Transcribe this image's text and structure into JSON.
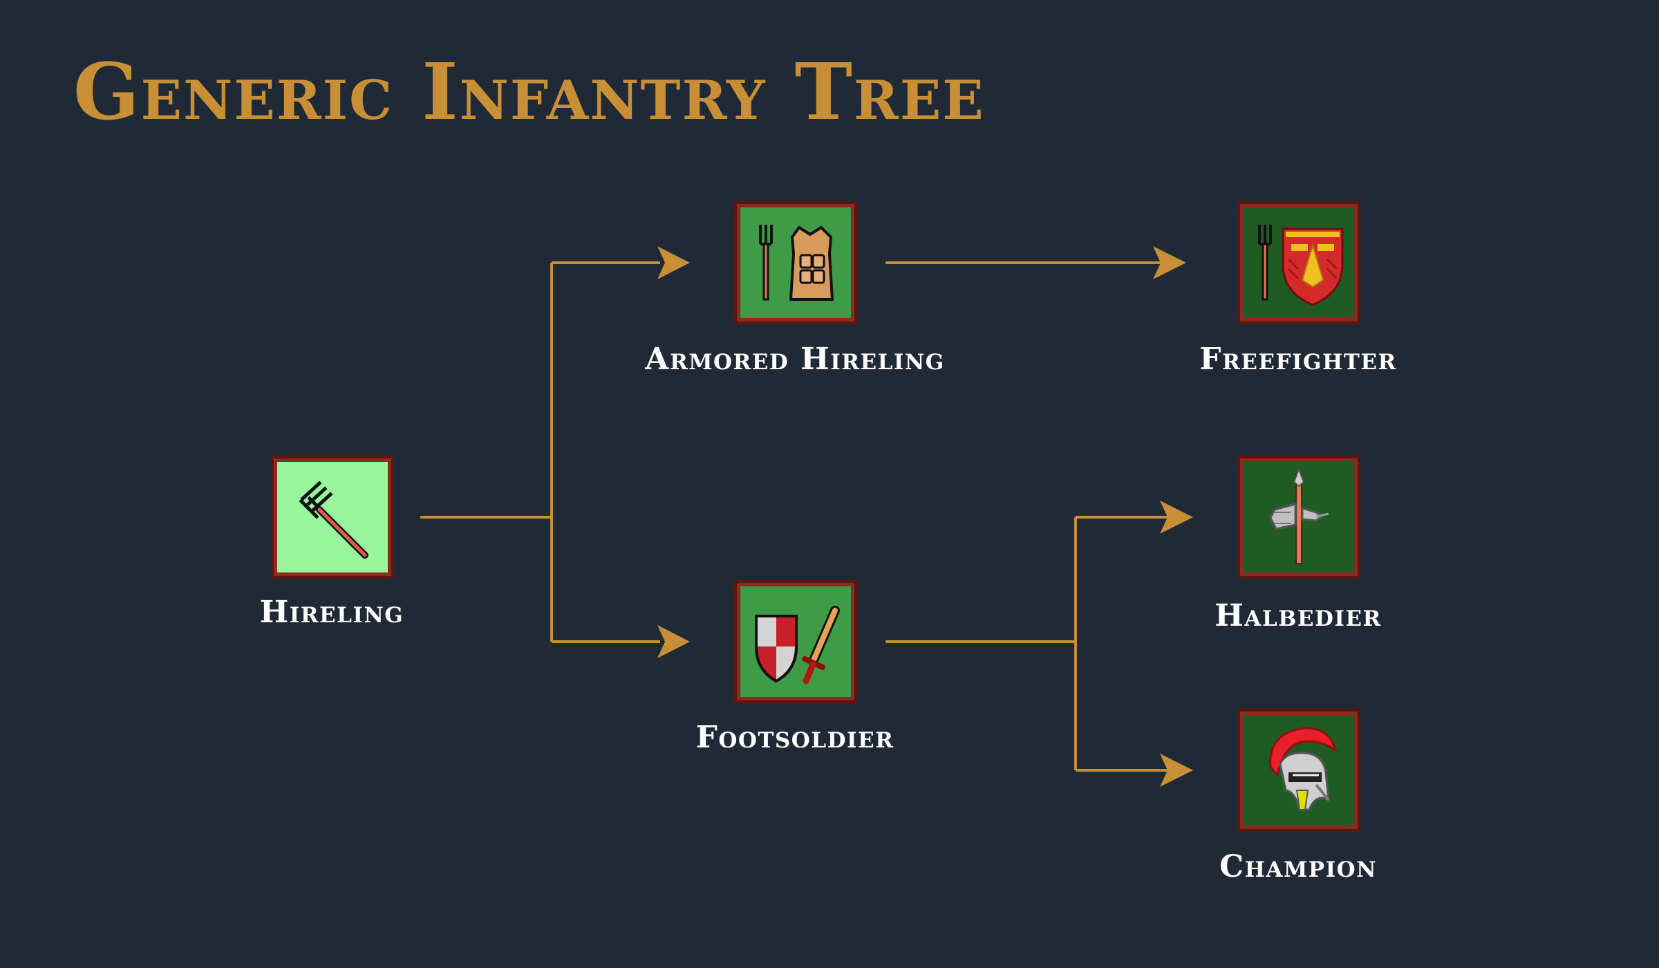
{
  "title": "Generic Infantry Tree",
  "colors": {
    "background": "#1f2a36",
    "accent": "#c98f36",
    "label": "#ffffff",
    "icon_border": "#8b2a1e",
    "icon_bg_light": "#98f59c",
    "icon_bg_medium": "#3f9b45",
    "icon_bg_dark": "#1f5c24"
  },
  "nodes": [
    {
      "id": "hireling",
      "label": "Hireling",
      "icon": "pitchfork-icon"
    },
    {
      "id": "armored-hireling",
      "label": "Armored Hireling",
      "icon": "pitchfork-armor-icon"
    },
    {
      "id": "footsoldier",
      "label": "Footsoldier",
      "icon": "shield-sword-icon"
    },
    {
      "id": "freefighter",
      "label": "Freefighter",
      "icon": "pitchfork-tribal-shield-icon"
    },
    {
      "id": "halbedier",
      "label": "Halbedier",
      "icon": "halberd-icon"
    },
    {
      "id": "champion",
      "label": "Champion",
      "icon": "plumed-helmet-icon"
    }
  ],
  "edges": [
    {
      "from": "hireling",
      "to": "armored-hireling"
    },
    {
      "from": "hireling",
      "to": "footsoldier"
    },
    {
      "from": "armored-hireling",
      "to": "freefighter"
    },
    {
      "from": "footsoldier",
      "to": "halbedier"
    },
    {
      "from": "footsoldier",
      "to": "champion"
    }
  ]
}
